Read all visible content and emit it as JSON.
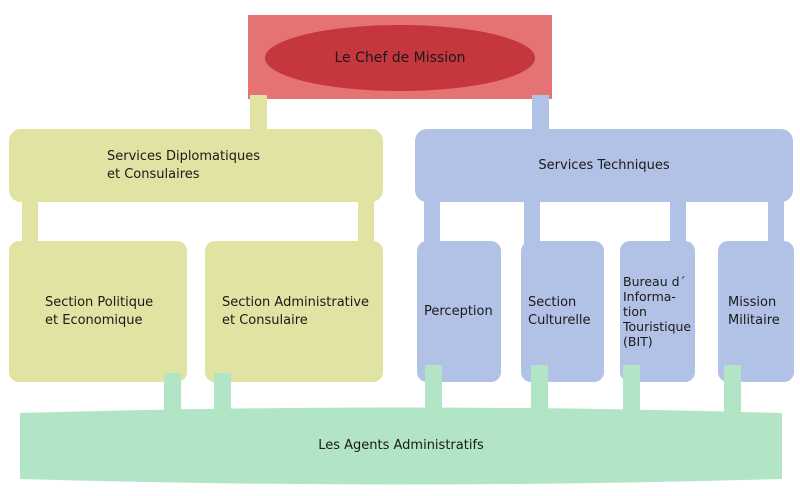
{
  "title": "Le Chef de Mission",
  "departments": {
    "diplomatic": "Services Diplomatiques\net Consulaires",
    "technical": "Services Techniques"
  },
  "sections": {
    "politique": "Section Politique\net Economique",
    "administrative": "Section Administrative\net Consulaire",
    "perception": "Perception",
    "culturelle": "Section\nCulturelle",
    "bit": "Bureau d´\nInforma-\ntion\nTouristique\n(BIT)",
    "militaire": "Mission\nMilitaire"
  },
  "agents": "Les Agents Administratifs",
  "colors": {
    "chef_rect": "#e57373",
    "chef_ellipse": "#c6363d",
    "yellow": "#e0e3a2",
    "blue": "#b2c1e6",
    "green": "#b2e5c6"
  }
}
